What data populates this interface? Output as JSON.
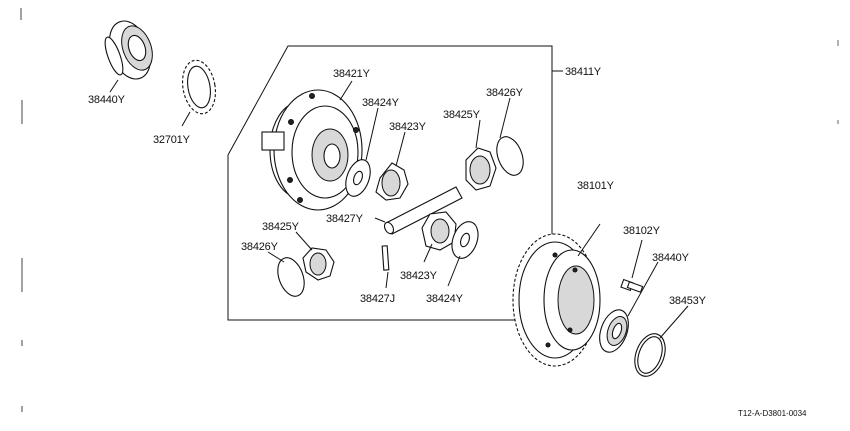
{
  "parts": {
    "p38440_top": "38440Y",
    "p32701": "32701Y",
    "p38421": "38421Y",
    "p38411": "38411Y",
    "p38424_top": "38424Y",
    "p38423_top": "38423Y",
    "p38425_top": "38425Y",
    "p38426_top": "38426Y",
    "p38101": "38101Y",
    "p38427Y": "38427Y",
    "p38102": "38102Y",
    "p38425_left": "38425Y",
    "p38426_left": "38426Y",
    "p38440_right": "38440Y",
    "p38423_bottom": "38423Y",
    "p38453": "38453Y",
    "p38427J": "38427J",
    "p38424_bottom": "38424Y"
  },
  "figure_ref": "T12-A-D3801-0034"
}
